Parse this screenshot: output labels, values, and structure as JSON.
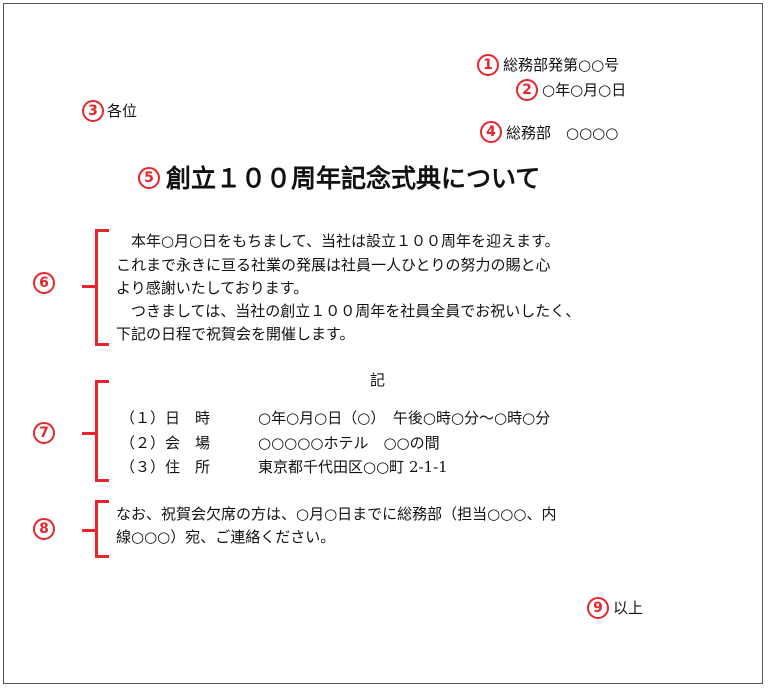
{
  "markers": [
    "1",
    "2",
    "3",
    "4",
    "5",
    "6",
    "7",
    "8",
    "9"
  ],
  "header": {
    "doc_number": "総務部発第○○号",
    "date": "○年○月○日",
    "recipient": "各位",
    "sender": "総務部　○○○○"
  },
  "title": "創立１００周年記念式典について",
  "body": {
    "lines": [
      "　本年○月○日をもちまして、当社は設立１００周年を迎えます。",
      "これまで永きに亘る社業の発展は社員一人ひとりの努力の賜と心",
      "より感謝いたしております。",
      "　つきましては、当社の創立１００周年を社員全員でお祝いしたく、",
      "下記の日程で祝賀会を開催します。"
    ]
  },
  "ki": "記",
  "details": [
    {
      "label": "（１）日　時",
      "value": "○年○月○日（○）　午後○時○分～○時○分"
    },
    {
      "label": "（２）会　場",
      "value": "○○○○○ホテル　○○の間"
    },
    {
      "label": "（３）住　所",
      "value": "東京都千代田区○○町 2-1-1"
    }
  ],
  "note": {
    "lines": [
      "なお、祝賀会欠席の方は、○月○日までに総務部（担当○○○、内",
      "線○○○）宛、ご連絡ください。"
    ]
  },
  "closing": "以上",
  "accent_color": "#e5272d"
}
